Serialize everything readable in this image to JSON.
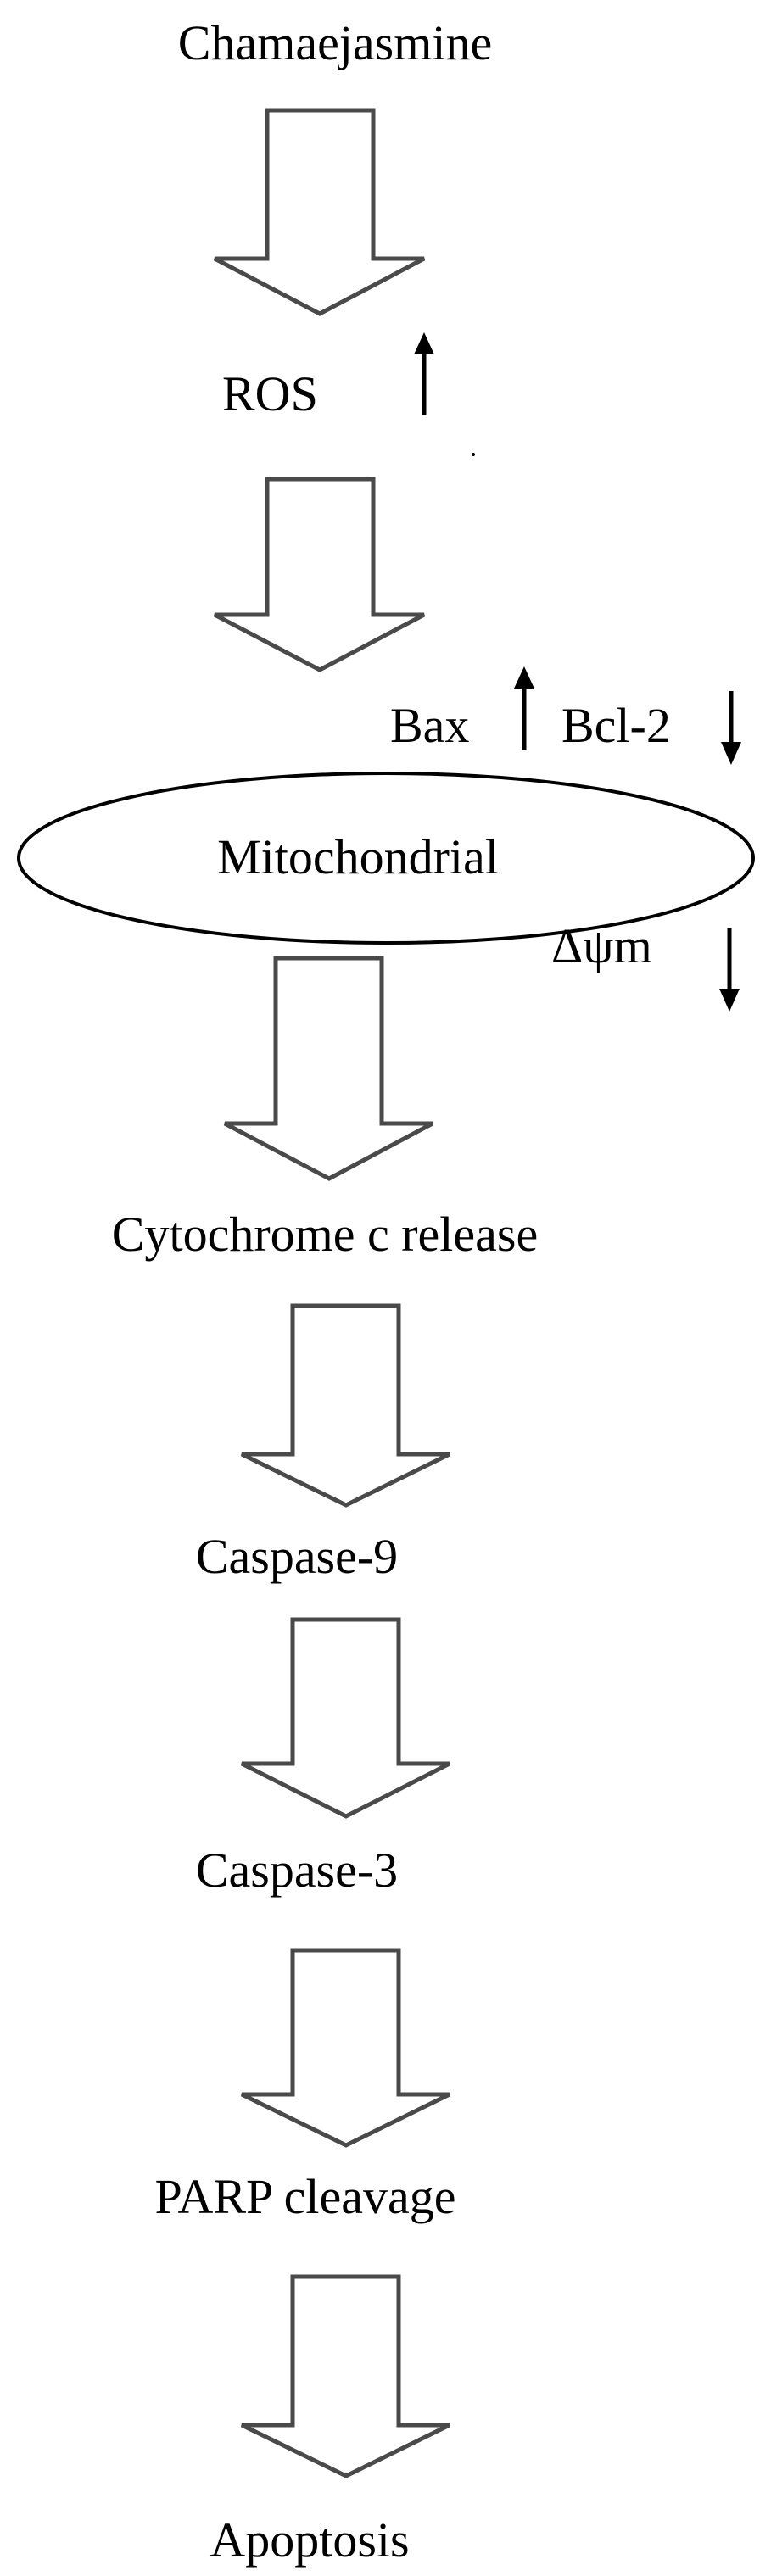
{
  "nodes": {
    "chamaejasmine": "Chamaejasmine",
    "ros": "ROS",
    "mitochondrial": "Mitochondrial",
    "cytochrome": "Cytochrome c release",
    "caspase9": "Caspase-9",
    "caspase3": "Caspase-3",
    "parp": "PARP cleavage",
    "apoptosis": "Apoptosis"
  },
  "modifiers": {
    "bax": {
      "label": "Bax",
      "direction": "up"
    },
    "bcl2": {
      "label": "Bcl-2",
      "direction": "down"
    },
    "dpsim": {
      "label": "Δψm",
      "direction": "down"
    },
    "ros": {
      "direction": "up"
    }
  },
  "colors": {
    "arrow_outline": "#4a4a4a",
    "text": "#000000",
    "background": "#ffffff"
  }
}
